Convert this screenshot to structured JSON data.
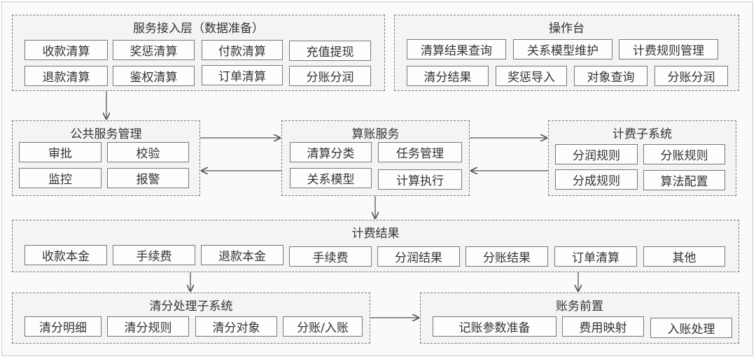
{
  "groups": {
    "access": {
      "title": "服务接入层（数据准备）",
      "items": [
        "收款清算",
        "奖惩清算",
        "付款清算",
        "充值提现",
        "退款清算",
        "鉴权清算",
        "订单清算",
        "分账分润"
      ]
    },
    "console": {
      "title": "操作台",
      "items": [
        "清算结果查询",
        "关系模型维护",
        "计费规则管理",
        "清分结果",
        "奖惩导入",
        "对象查询",
        "分账分润"
      ]
    },
    "public": {
      "title": "公共服务管理",
      "items": [
        "审批",
        "校验",
        "监控",
        "报警"
      ]
    },
    "accounting": {
      "title": "算账服务",
      "items": [
        "清算分类",
        "任务管理",
        "关系模型",
        "计算执行"
      ]
    },
    "billing": {
      "title": "计费子系统",
      "items": [
        "分润规则",
        "分账规则",
        "分成规则",
        "算法配置"
      ]
    },
    "result": {
      "title": "计费结果",
      "items": [
        "收款本金",
        "手续费",
        "退款本金",
        "手续费",
        "分润结果",
        "分账结果",
        "订单清算",
        "其他"
      ]
    },
    "clearing": {
      "title": "清分处理子系统",
      "items": [
        "清分明细",
        "清分规则",
        "清分对象",
        "分账/入账"
      ]
    },
    "front": {
      "title": "账务前置",
      "items": [
        "记账参数准备",
        "费用映射",
        "入账处理"
      ]
    }
  },
  "colors": {
    "border": "#777777",
    "arrow": "#555555",
    "group_bg": "#f4f4f4"
  }
}
